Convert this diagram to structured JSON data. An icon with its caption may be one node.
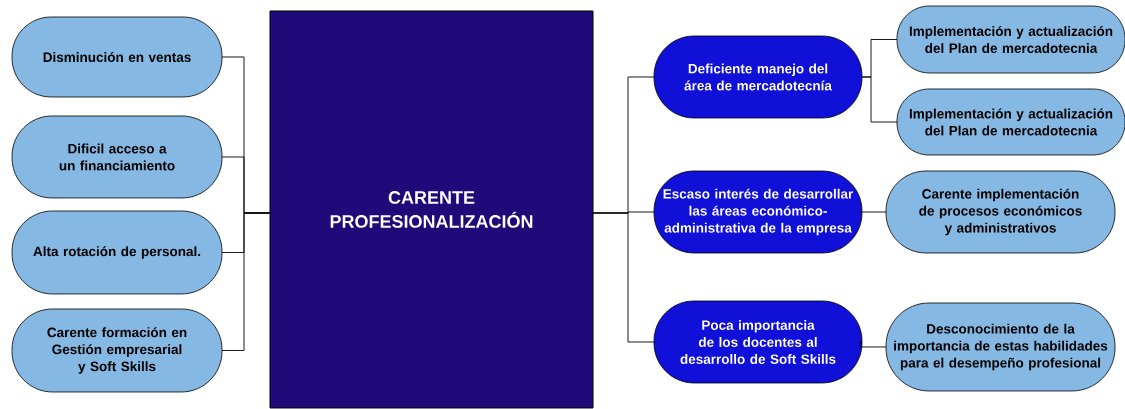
{
  "diagram": {
    "nodes": [
      {
        "text": [
          "Disminución en ventas"
        ]
      },
      {
        "text": [
          "Dificil acceso a un financiamiento"
        ]
      },
      {
        "text": [
          "Alta rotación de personal."
        ]
      },
      {
        "text": [
          "Carente formación en Gestión empresarial y Soft Skills"
        ]
      },
      {
        "text": [
          "CARENTE PROFESIONALIZACIÓN"
        ]
      },
      {
        "text": [
          "Deficiente manejo del área de mercadotecnía"
        ]
      },
      {
        "text": [
          "Escaso interés de desarrollar las áreas económico-administrativa de la empresa"
        ]
      },
      {
        "text": [
          "Poca importancia de los docentes al desarrollo de Soft Skills"
        ]
      },
      {
        "text": [
          "Implementación y actualización del Plan de mercadotecnia"
        ]
      },
      {
        "text": [
          "Implementación y actualización del Plan de mercadotecnia"
        ]
      },
      {
        "text": [
          "Carente implementación de procesos económicos y administrativos"
        ]
      },
      {
        "text": [
          "Desconocimiento de la importancia de estas habilidades para el desempeño profesional"
        ]
      }
    ],
    "edges": [
      {
        "from": 0,
        "to": 4,
        "arrow": "none"
      },
      {
        "from": 1,
        "to": 4,
        "arrow": "none"
      },
      {
        "from": 2,
        "to": 4,
        "arrow": "none"
      },
      {
        "from": 3,
        "to": 4,
        "arrow": "none"
      },
      {
        "from": 4,
        "to": 5,
        "arrow": "none"
      },
      {
        "from": 4,
        "to": 6,
        "arrow": "none"
      },
      {
        "from": 4,
        "to": 7,
        "arrow": "none"
      },
      {
        "from": 5,
        "to": 8,
        "arrow": "none"
      },
      {
        "from": 5,
        "to": 9,
        "arrow": "none"
      },
      {
        "from": 6,
        "to": 10,
        "arrow": "none"
      },
      {
        "from": 7,
        "to": 11,
        "arrow": "none"
      }
    ]
  }
}
